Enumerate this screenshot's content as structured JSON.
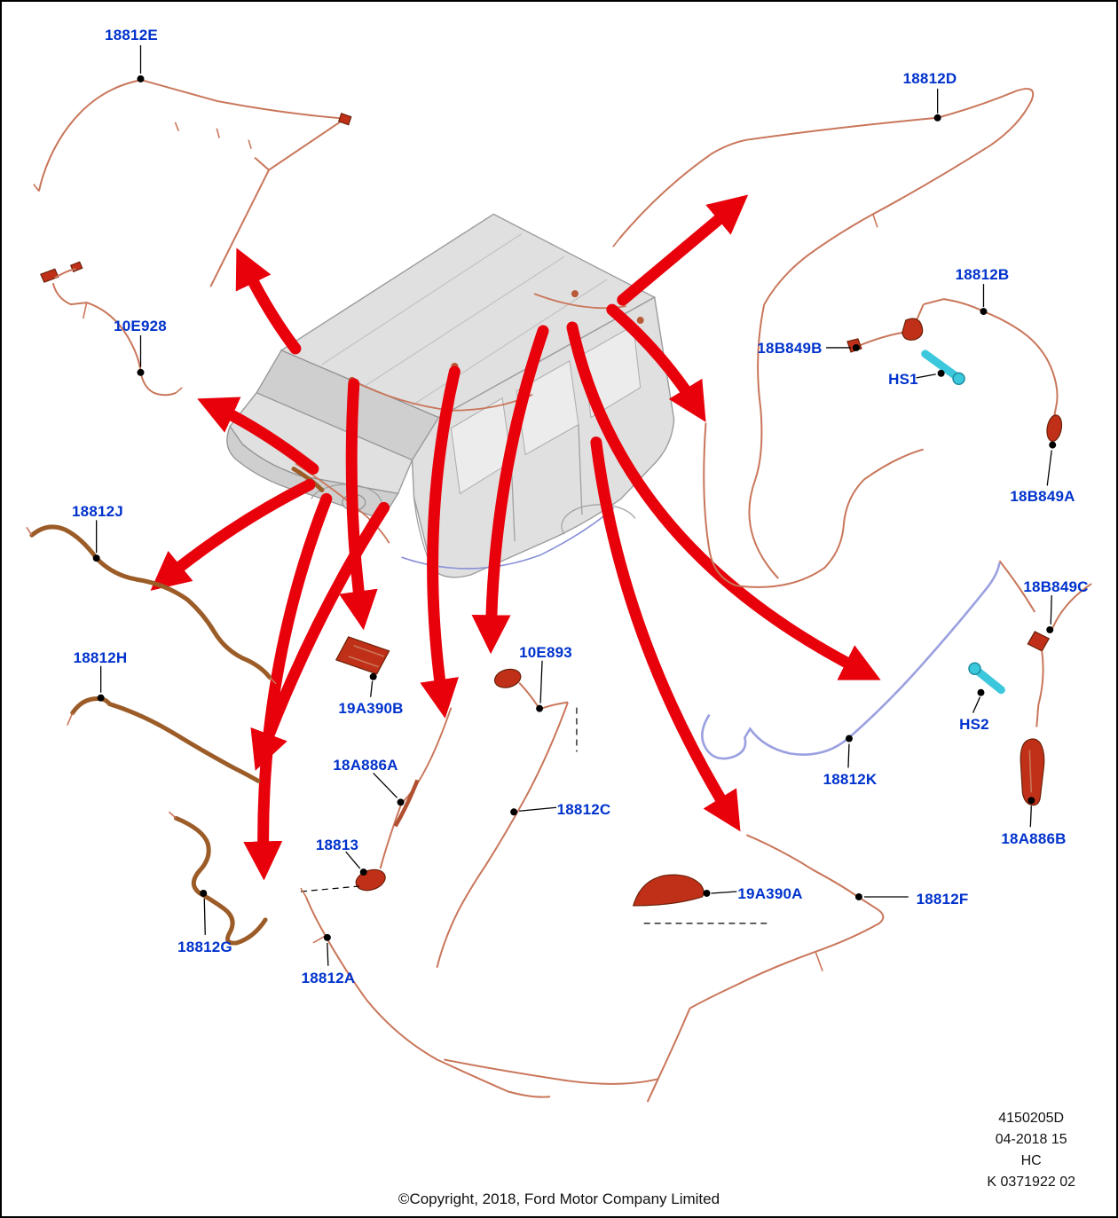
{
  "labels": {
    "18812E": "18812E",
    "18812D": "18812D",
    "18812B": "18812B",
    "18B849B": "18B849B",
    "HS1": "HS1",
    "10E928": "10E928",
    "18B849A": "18B849A",
    "18812J": "18812J",
    "18B849C": "18B849C",
    "18812H": "18812H",
    "10E893": "10E893",
    "19A390B": "19A390B",
    "HS2": "HS2",
    "18A886A": "18A886A",
    "18812K": "18812K",
    "18812C": "18812C",
    "18813": "18813",
    "18A886B": "18A886B",
    "19A390A": "19A390A",
    "18812F": "18812F",
    "18812G": "18812G",
    "18812A": "18812A"
  },
  "doc_info": {
    "part_ref": "4150205D",
    "date_code": "04-2018 15",
    "sheet": "HC",
    "k_number": "K 0371922  02"
  },
  "footer": {
    "copyright": "©Copyright, 2018, Ford Motor Company Limited"
  },
  "colors": {
    "label_blue": "#0032cc",
    "arrow_red": "#e8000b",
    "harness_orange": "#c9765a",
    "harness_brown": "#9c5c28",
    "harness_purple": "#9aa0e0",
    "part_red": "#c03018",
    "hs_cyan": "#3cc8dc"
  }
}
